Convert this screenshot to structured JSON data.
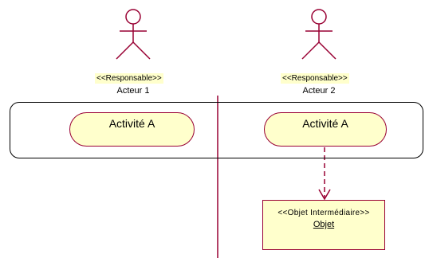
{
  "actors": [
    {
      "stereotype": "<<Responsable>>",
      "name": "Acteur 1"
    },
    {
      "stereotype": "<<Responsable>>",
      "name": "Acteur 2"
    }
  ],
  "activities": [
    {
      "label": "Activité A"
    },
    {
      "label": "Activité A"
    }
  ],
  "object": {
    "stereotype": "<<Objet Intermédiaire>>",
    "name": "Objet"
  },
  "colors": {
    "element_border": "#990033",
    "element_fill": "#ffffcc",
    "swimlane_divider": "#990033",
    "band_border": "#000000"
  }
}
